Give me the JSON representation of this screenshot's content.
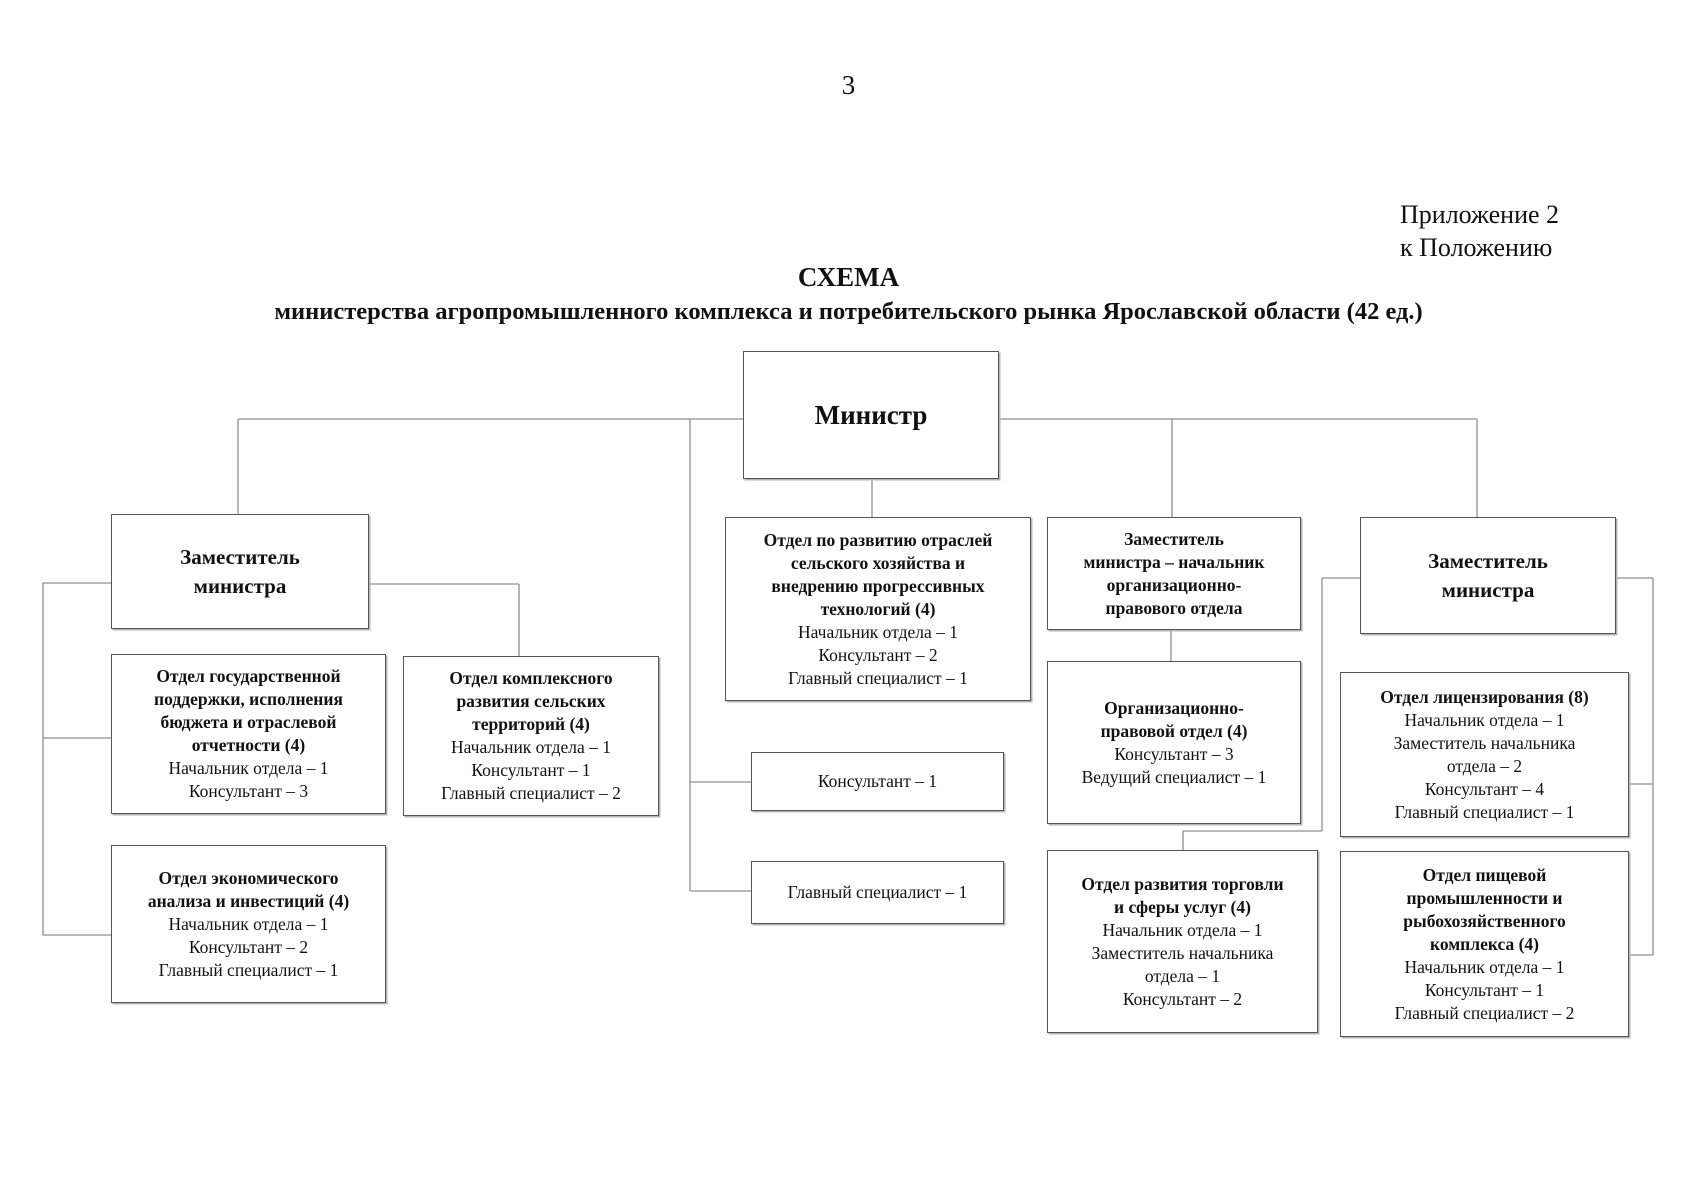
{
  "page_number": "3",
  "appendix": [
    "Приложение 2",
    "к Положению"
  ],
  "title": "СХЕМА",
  "subtitle": "министерства агропромышленного комплекса и потребительского рынка Ярославской области (42 ед.)",
  "nodes": {
    "minister": {
      "head": [
        "Министр"
      ],
      "lines": []
    },
    "deputy_left": {
      "head": [
        "Заместитель",
        "министра"
      ],
      "lines": []
    },
    "dept_gov_support": {
      "head": [
        "Отдел государственной",
        "поддержки, исполнения",
        "бюджета и отраслевой",
        "отчетности (4)"
      ],
      "lines": [
        "Начальник отдела – 1",
        "Консультант – 3"
      ]
    },
    "dept_economic": {
      "head": [
        "Отдел экономического",
        "анализа и инвестиций (4)"
      ],
      "lines": [
        "Начальник отдела – 1",
        "Консультант – 2",
        "Главный специалист – 1"
      ]
    },
    "dept_rural": {
      "head": [
        "Отдел комплексного",
        "развития сельских",
        "территорий (4)"
      ],
      "lines": [
        "Начальник отдела – 1",
        "Консультант – 1",
        "Главный специалист – 2"
      ]
    },
    "dept_agri": {
      "head": [
        "Отдел по развитию отраслей",
        "сельского хозяйства и",
        "внедрению прогрессивных",
        "технологий (4)"
      ],
      "lines": [
        "Начальник отдела – 1",
        "Консультант – 2",
        "Главный специалист – 1"
      ]
    },
    "consultant": {
      "head": [],
      "lines": [
        "Консультант – 1"
      ]
    },
    "chief_specialist": {
      "head": [],
      "lines": [
        "Главный специалист – 1"
      ]
    },
    "deputy_legal": {
      "head": [
        "Заместитель",
        "министра – начальник",
        "организационно-",
        "правового отдела"
      ],
      "lines": []
    },
    "dept_legal": {
      "head": [
        "Организационно-",
        "правовой отдел (4)"
      ],
      "lines": [
        "Консультант – 3",
        "Ведущий специалист – 1"
      ]
    },
    "dept_trade": {
      "head": [
        "Отдел развития торговли",
        "и сферы услуг (4)"
      ],
      "lines": [
        "Начальник отдела – 1",
        "Заместитель начальника",
        "отдела – 1",
        "Консультант – 2"
      ]
    },
    "deputy_right": {
      "head": [
        "Заместитель",
        "министра"
      ],
      "lines": []
    },
    "dept_licensing": {
      "head": [
        "Отдел лицензирования (8)"
      ],
      "lines": [
        "Начальник отдела – 1",
        "Заместитель начальника",
        "отдела – 2",
        "Консультант – 4",
        "Главный специалист – 1"
      ]
    },
    "dept_food": {
      "head": [
        "Отдел пищевой",
        "промышленности и",
        "рыбохозяйственного",
        "комплекса (4)"
      ],
      "lines": [
        "Начальник отдела – 1",
        "Консультант – 1",
        "Главный специалист – 2"
      ]
    }
  }
}
